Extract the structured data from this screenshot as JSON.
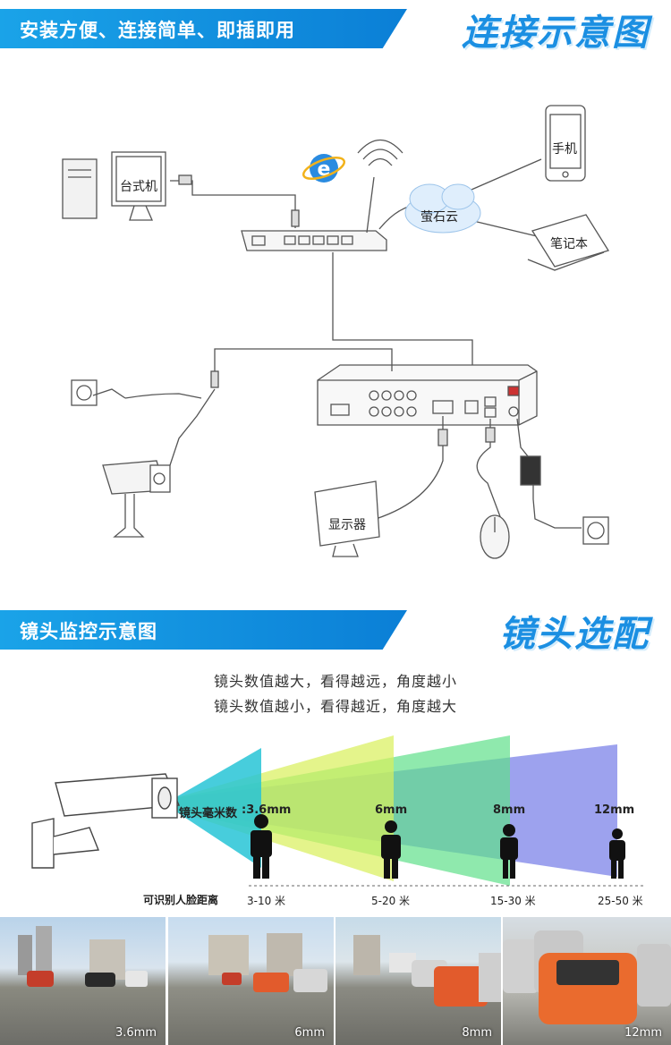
{
  "banner1": {
    "bar_text": "安装方便、连接简单、即插即用",
    "big_title": "连接示意图"
  },
  "diagram_labels": {
    "desktop": "台式机",
    "cloud": "萤石云",
    "phone": "手机",
    "laptop": "笔记本",
    "monitor": "显示器"
  },
  "banner2": {
    "bar_text": "镜头监控示意图",
    "big_title": "镜头选配"
  },
  "description": [
    "镜头数值越大，看得越远，角度越小",
    "镜头数值越小，看得越近，角度越大"
  ],
  "lens_chart": {
    "lens_label": "镜头毫米数",
    "face_label": "可识别人脸距离",
    "lenses": [
      {
        "mm": ":3.6mm",
        "distance": "3-10 米",
        "color": "#27c4d6"
      },
      {
        "mm": "6mm",
        "distance": "5-20 米",
        "color": "#d8ef5a"
      },
      {
        "mm": "8mm",
        "distance": "15-30 米",
        "color": "#5fe08a"
      },
      {
        "mm": "12mm",
        "distance": "25-50 米",
        "color": "#7c83e8"
      }
    ]
  },
  "photos": [
    {
      "label": "3.6mm"
    },
    {
      "label": "6mm"
    },
    {
      "label": "8mm"
    },
    {
      "label": "12mm"
    }
  ],
  "colors": {
    "accent": "#1b8fe2",
    "bar": "#0b7fd6"
  },
  "icons": [
    "ie-browser-icon",
    "wifi-icon",
    "cloud-icon",
    "phone-icon",
    "laptop-icon",
    "desktop-icon",
    "router-icon",
    "nvr-icon",
    "camera-icon",
    "power-outlet-icon",
    "mouse-icon",
    "power-adapter-icon",
    "person-icon"
  ]
}
